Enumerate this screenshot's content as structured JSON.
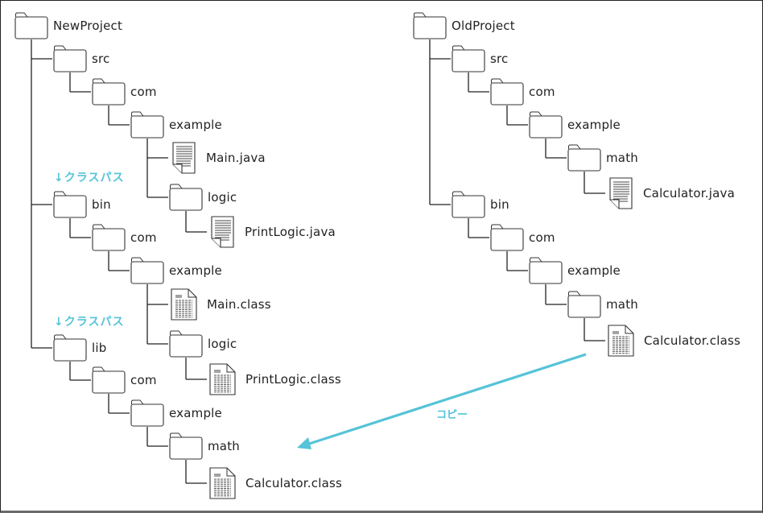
{
  "diagram": {
    "accent_color": "#55c3d8",
    "line_color": "#222222",
    "new_project": {
      "name": "NewProject",
      "children": [
        {
          "type": "folder",
          "name": "src",
          "children": [
            {
              "type": "folder",
              "name": "com",
              "children": [
                {
                  "type": "folder",
                  "name": "example",
                  "children": [
                    {
                      "type": "java",
                      "name": "Main.java"
                    },
                    {
                      "type": "folder",
                      "name": "logic",
                      "children": [
                        {
                          "type": "java",
                          "name": "PrintLogic.java"
                        }
                      ]
                    }
                  ]
                }
              ]
            }
          ]
        },
        {
          "type": "folder",
          "name": "bin",
          "annotation": "↓クラスパス",
          "children": [
            {
              "type": "folder",
              "name": "com",
              "children": [
                {
                  "type": "folder",
                  "name": "example",
                  "children": [
                    {
                      "type": "class",
                      "name": "Main.class"
                    },
                    {
                      "type": "folder",
                      "name": "logic",
                      "children": [
                        {
                          "type": "class",
                          "name": "PrintLogic.class"
                        }
                      ]
                    }
                  ]
                }
              ]
            }
          ]
        },
        {
          "type": "folder",
          "name": "lib",
          "annotation": "↓クラスパス",
          "children": [
            {
              "type": "folder",
              "name": "com",
              "children": [
                {
                  "type": "folder",
                  "name": "example",
                  "children": [
                    {
                      "type": "folder",
                      "name": "math",
                      "children": [
                        {
                          "type": "class",
                          "name": "Calculator.class"
                        }
                      ]
                    }
                  ]
                }
              ]
            }
          ]
        }
      ]
    },
    "old_project": {
      "name": "OldProject",
      "children": [
        {
          "type": "folder",
          "name": "src",
          "children": [
            {
              "type": "folder",
              "name": "com",
              "children": [
                {
                  "type": "folder",
                  "name": "example",
                  "children": [
                    {
                      "type": "folder",
                      "name": "math",
                      "children": [
                        {
                          "type": "java",
                          "name": "Calculator.java"
                        }
                      ]
                    }
                  ]
                }
              ]
            }
          ]
        },
        {
          "type": "folder",
          "name": "bin",
          "children": [
            {
              "type": "folder",
              "name": "com",
              "children": [
                {
                  "type": "folder",
                  "name": "example",
                  "children": [
                    {
                      "type": "folder",
                      "name": "math",
                      "children": [
                        {
                          "type": "class",
                          "name": "Calculator.class"
                        }
                      ]
                    }
                  ]
                }
              ]
            }
          ]
        }
      ]
    },
    "copy_arrow": {
      "label": "コピー",
      "from": "OldProject/bin/com/example/math/Calculator.class",
      "to": "NewProject/lib/com/example/math"
    }
  }
}
